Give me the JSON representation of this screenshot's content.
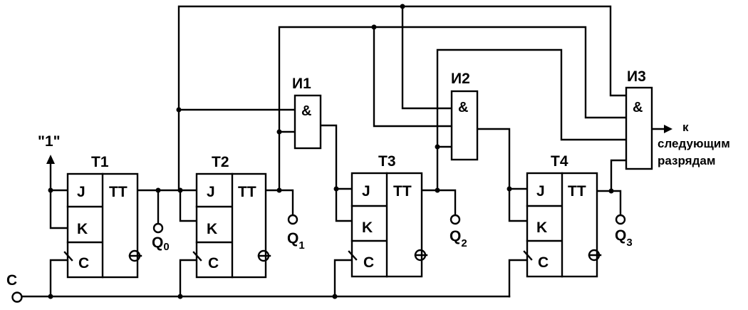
{
  "input": {
    "clock_label": "C",
    "one_label": "\"1\""
  },
  "flipflops": [
    {
      "label": "T1",
      "type": "TT",
      "pins": {
        "j": "J",
        "k": "K",
        "c": "C"
      }
    },
    {
      "label": "T2",
      "type": "TT",
      "pins": {
        "j": "J",
        "k": "K",
        "c": "C"
      }
    },
    {
      "label": "T3",
      "type": "TT",
      "pins": {
        "j": "J",
        "k": "K",
        "c": "C"
      }
    },
    {
      "label": "T4",
      "type": "TT",
      "pins": {
        "j": "J",
        "k": "K",
        "c": "C"
      }
    }
  ],
  "gates": [
    {
      "label": "И1",
      "symbol": "&"
    },
    {
      "label": "И2",
      "symbol": "&"
    },
    {
      "label": "И3",
      "symbol": "&"
    }
  ],
  "outputs": [
    {
      "base": "Q",
      "index": "0"
    },
    {
      "base": "Q",
      "index": "1"
    },
    {
      "base": "Q",
      "index": "2"
    },
    {
      "base": "Q",
      "index": "3"
    }
  ],
  "carry": {
    "line1": "к",
    "line2": "следующим",
    "line3": "разрядам"
  }
}
